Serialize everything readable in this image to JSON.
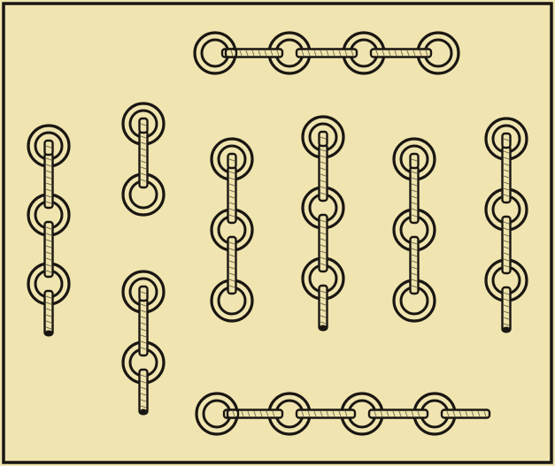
{
  "illustration": {
    "subject": "rings-and-bars-groups",
    "background_color": "#f0e5b0",
    "ink_color": "#1a1612",
    "bar_color": "#efe4ad",
    "groups": [
      {
        "name": "top-horizontal-chain",
        "orientation": "horizontal",
        "rings": 4,
        "end_stub": false
      },
      {
        "name": "column-1-chain",
        "orientation": "vertical",
        "rings": 3,
        "end_stub": true
      },
      {
        "name": "column-2-top-chain",
        "orientation": "vertical",
        "rings": 2,
        "end_stub": false
      },
      {
        "name": "column-2-bottom-chain",
        "orientation": "vertical",
        "rings": 2,
        "end_stub": true
      },
      {
        "name": "column-3-chain",
        "orientation": "vertical",
        "rings": 3,
        "end_stub": false
      },
      {
        "name": "column-4-chain",
        "orientation": "vertical",
        "rings": 3,
        "end_stub": true
      },
      {
        "name": "column-5-chain",
        "orientation": "vertical",
        "rings": 3,
        "end_stub": false
      },
      {
        "name": "column-6-chain",
        "orientation": "vertical",
        "rings": 3,
        "end_stub": true
      },
      {
        "name": "bottom-horizontal-chain",
        "orientation": "horizontal",
        "rings": 4,
        "end_stub": true
      }
    ]
  }
}
